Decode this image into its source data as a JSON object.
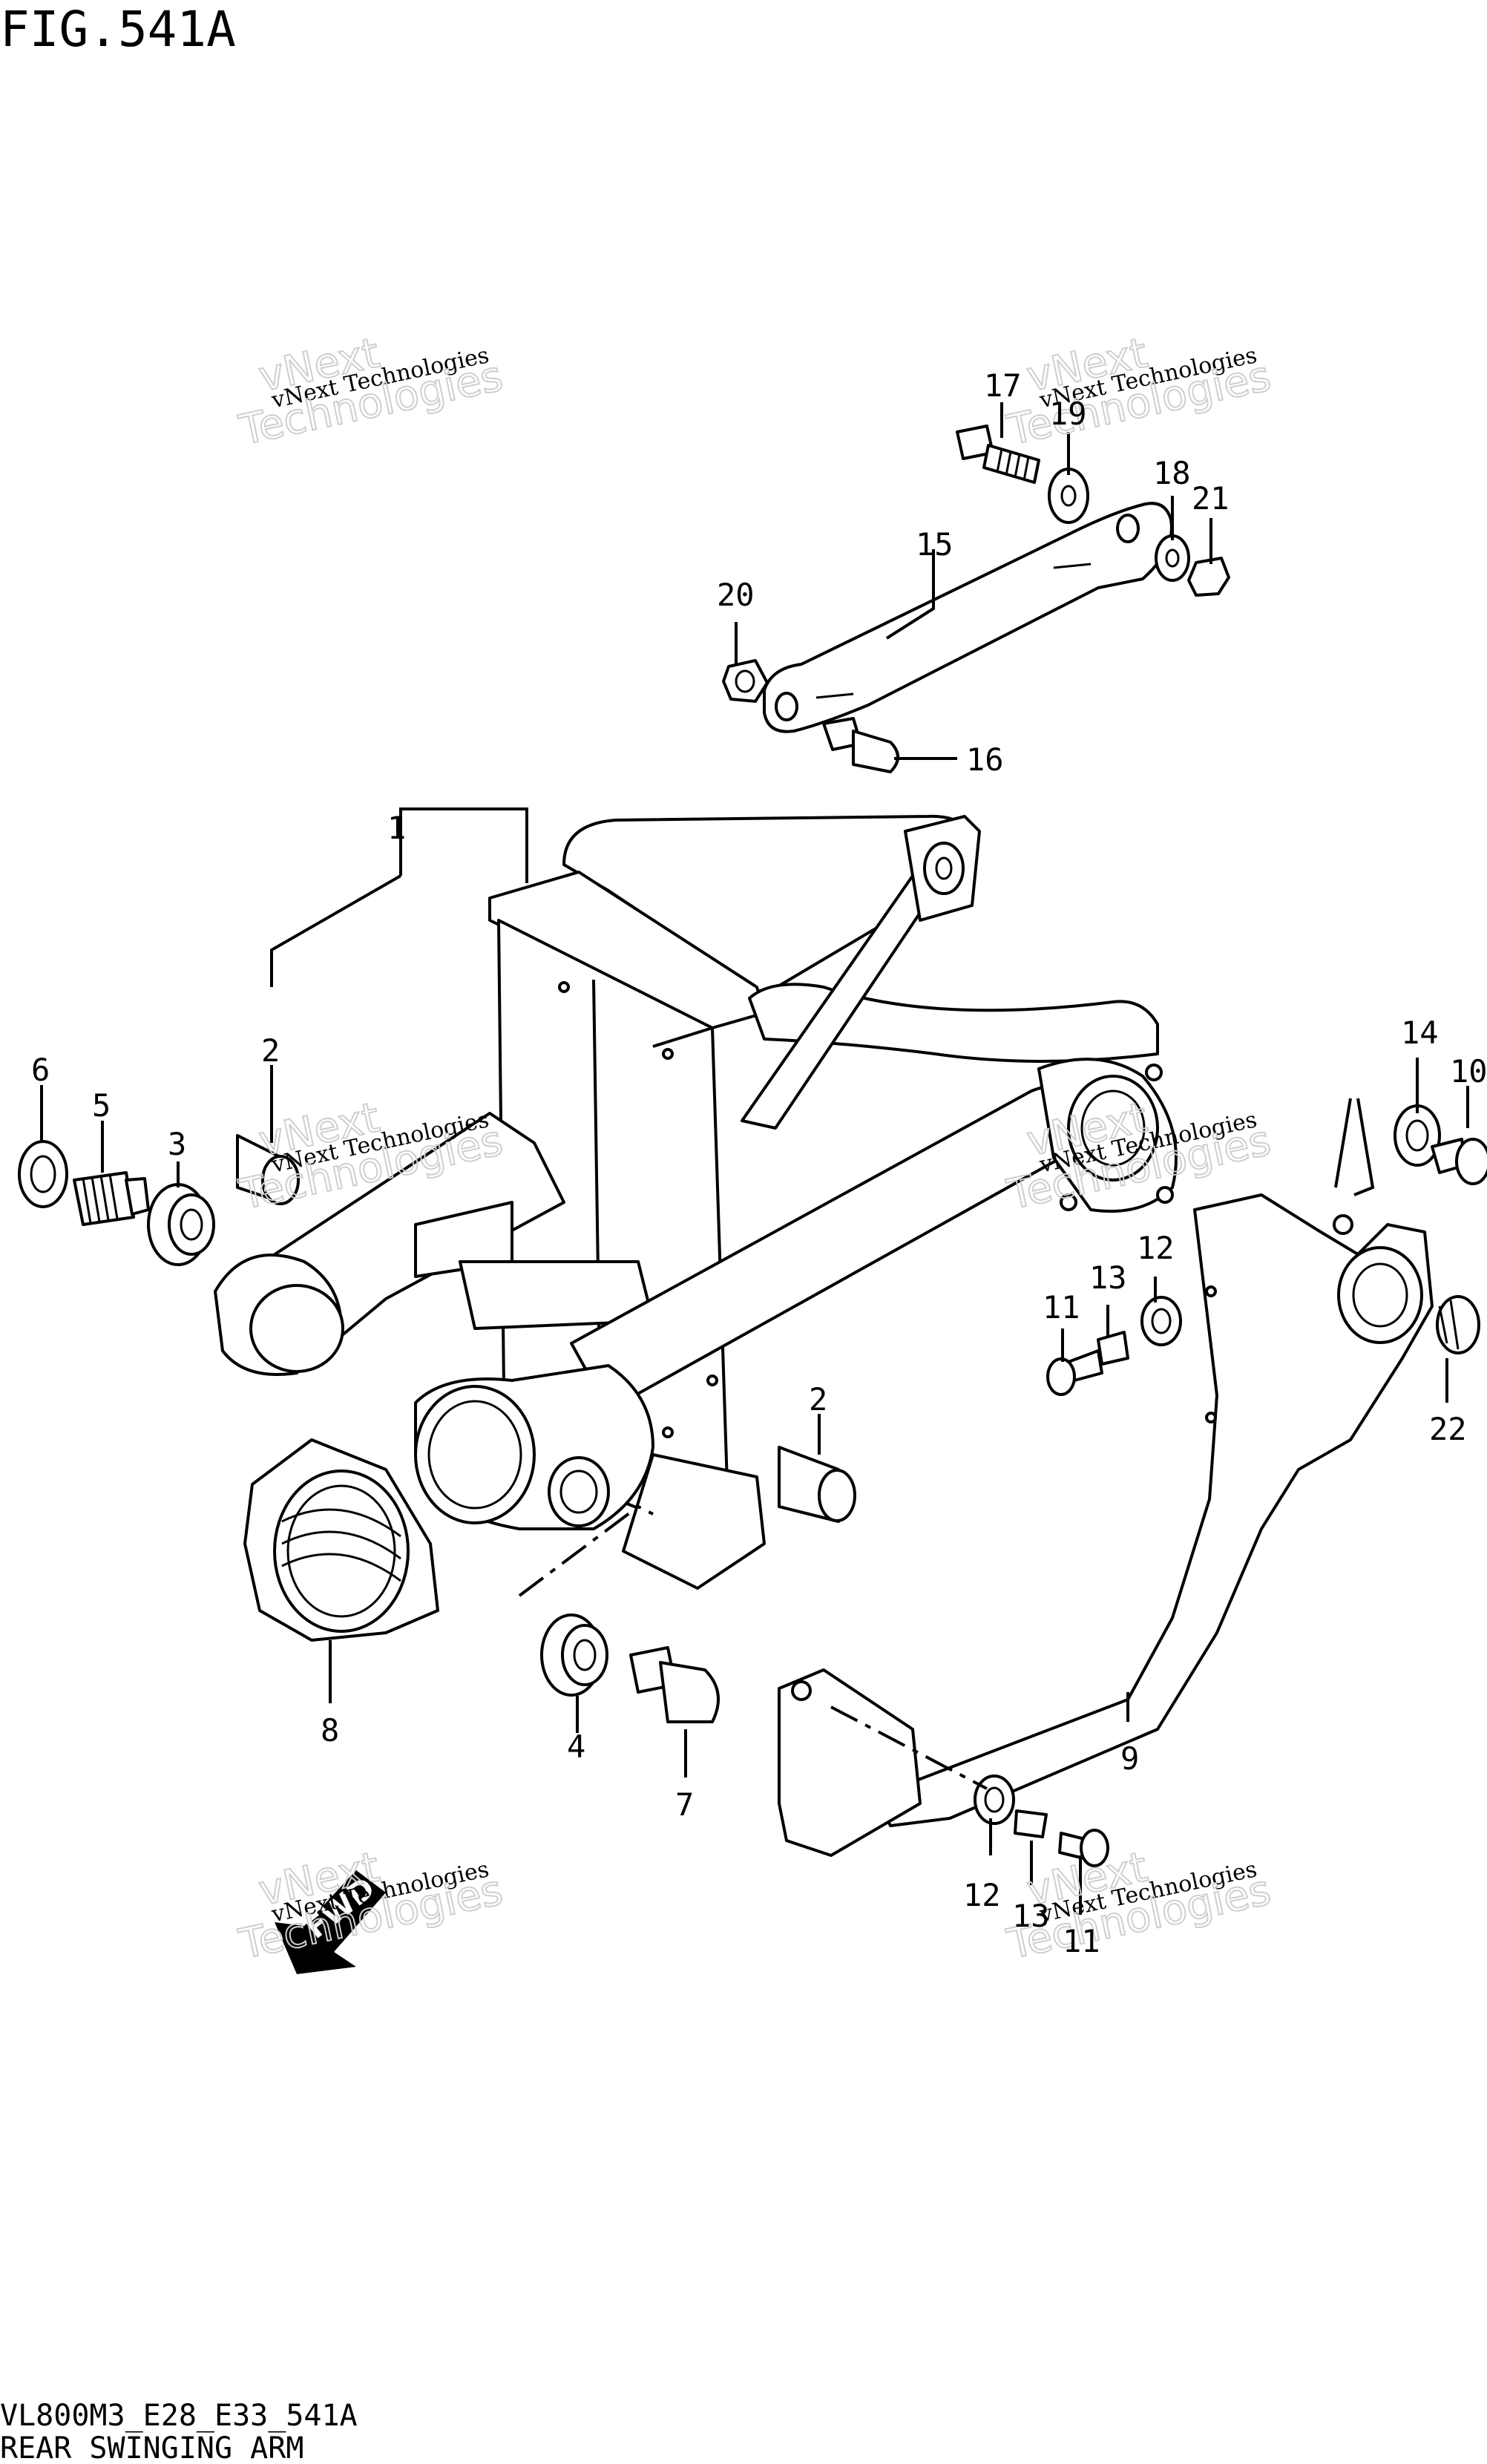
{
  "header": {
    "title": "FIG.541A"
  },
  "footer": {
    "code": "VL800M3_E28_E33_541A",
    "name": "REAR SWINGING ARM"
  },
  "watermarks": [
    {
      "line1": "vNext",
      "line2": "vNext Technologies",
      "line3": "Technologies"
    },
    {
      "line1": "vNext",
      "line2": "vNext Technologies",
      "line3": "Technologies"
    },
    {
      "line1": "vNext",
      "line2": "vNext Technologies",
      "line3": "Technologies"
    },
    {
      "line1": "vNext",
      "line2": "vNext Technologies",
      "line3": "Technologies"
    },
    {
      "line1": "vNext",
      "line2": "vNext Technologies",
      "line3": "Technologies"
    },
    {
      "line1": "vNext",
      "line2": "vNext Technologies",
      "line3": "Technologies"
    }
  ],
  "fwd_label": "FWD",
  "callouts": [
    "1",
    "2",
    "2",
    "3",
    "4",
    "5",
    "6",
    "7",
    "8",
    "9",
    "10",
    "11",
    "11",
    "12",
    "12",
    "13",
    "13",
    "14",
    "15",
    "16",
    "17",
    "18",
    "19",
    "20",
    "21",
    "22"
  ]
}
